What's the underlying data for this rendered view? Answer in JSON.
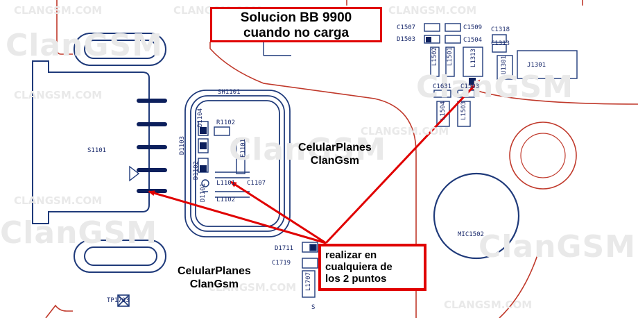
{
  "title": {
    "line1": "Solucion BB 9900",
    "line2": "cuando no carga"
  },
  "instruction": {
    "line1": "realizar en",
    "line2": "cualquiera de",
    "line3": "los 2 puntos"
  },
  "brand_top": {
    "line1": "CelularPlanes",
    "line2": "ClanGsm"
  },
  "brand_bottom": {
    "line1": "CelularPlanes",
    "line2": "ClanGsm"
  },
  "watermark": {
    "big": "ClanGSM",
    "small": "CLANGSM.COM"
  },
  "component_labels": {
    "s1101": "S1101",
    "sh1101": "SH1101",
    "d1104": "D1104",
    "r1102": "R1102",
    "d1103": "D1103",
    "f1101": "F1101",
    "d1102": "D1102",
    "l1101": "L1101",
    "c1107": "C1107",
    "d1101": "D1101",
    "l1102": "L1102",
    "d1711": "D1711",
    "c1719": "C1719",
    "l1707": "L1707",
    "tp": "TP1703",
    "c1507": "C1507",
    "c1509": "C1509",
    "c1318": "C1318",
    "d1503": "D1503",
    "c1504": "C1504",
    "c1313": "C1313",
    "l1502": "L1502",
    "l1501": "L1501",
    "l1313": "L1313",
    "u1301": "U1301",
    "j1301": "J1301",
    "c1631": "C1631",
    "c1503": "C1503",
    "l1504": "L1504",
    "l1503": "L1503",
    "mic1502": "MIC1502",
    "s": "S"
  },
  "colors": {
    "outline_red": "#c0392b",
    "trace_blue": "#1f3a7a",
    "pad_navy": "#0c1f5c",
    "arrow_red": "#e00000",
    "box_red": "#e00000"
  }
}
